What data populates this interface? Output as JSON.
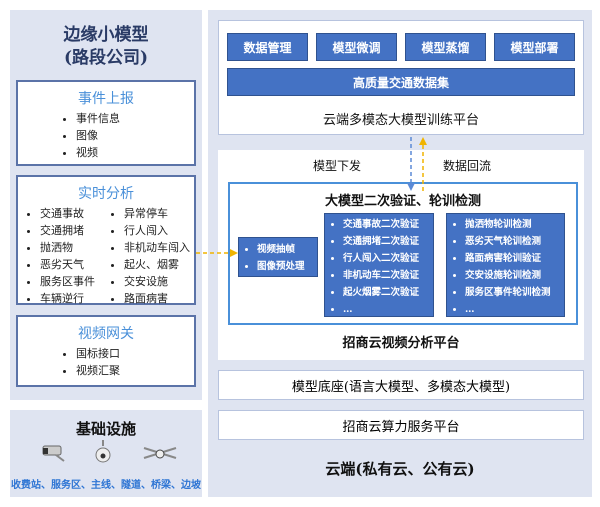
{
  "edge": {
    "title": "边缘小模型",
    "subtitle": "(路段公司)",
    "event": {
      "title": "事件上报",
      "items": [
        "事件信息",
        "图像",
        "视频"
      ]
    },
    "realtime": {
      "title": "实时分析",
      "col1": [
        "交通事故",
        "交通拥堵",
        "抛洒物",
        "恶劣天气",
        "服务区事件",
        "车辆逆行"
      ],
      "col2": [
        "异常停车",
        "行人闯入",
        "非机动车闯入",
        "起火、烟雾",
        "交安设施",
        "路面病害"
      ]
    },
    "gateway": {
      "title": "视频网关",
      "items": [
        "国标接口",
        "视频汇聚"
      ]
    }
  },
  "infra": {
    "title": "基础设施",
    "locations": "收费站、服务区、主线、隧道、桥梁、边坡"
  },
  "cloud": {
    "training": {
      "buttons": [
        "数据管理",
        "模型微调",
        "模型蒸馏",
        "模型部署"
      ],
      "dataset": "高质量交通数据集",
      "title": "云端多模态大模型训练平台"
    },
    "flow_down": "模型下发",
    "flow_up": "数据回流",
    "video": {
      "inner_title": "大模型二次验证、轮训检测",
      "pre": [
        "视频抽帧",
        "图像预处理"
      ],
      "verify": [
        "交通事故二次验证",
        "交通拥堵二次验证",
        "行人闯入二次验证",
        "非机动车二次验证",
        "起火烟雾二次验证",
        "…"
      ],
      "detect": [
        "抛洒物轮训检测",
        "恶劣天气轮训检测",
        "路面病害轮训验证",
        "交安设施轮训检测",
        "服务区事件轮训检测",
        "…"
      ],
      "title": "招商云视频分析平台"
    },
    "base": "模型底座(语言大模型、多模态大模型)",
    "compute": "招商云算力服务平台",
    "footer": "云端(私有云、公有云)"
  }
}
